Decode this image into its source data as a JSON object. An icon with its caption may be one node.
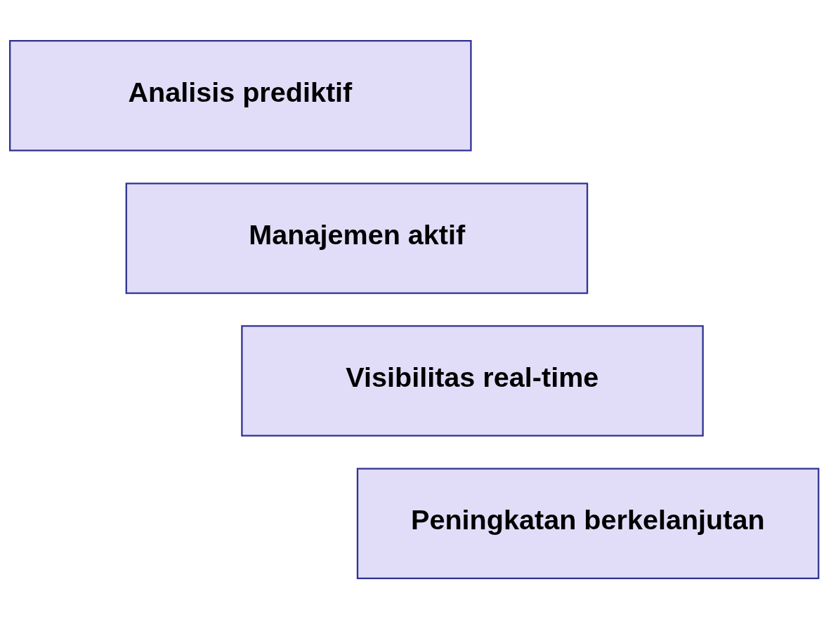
{
  "diagram": {
    "nodes": [
      {
        "text": [
          "Analisis prediktif"
        ]
      },
      {
        "text": [
          "Manajemen aktif"
        ]
      },
      {
        "text": [
          "Visibilitas real-time"
        ]
      },
      {
        "text": [
          "Peningkatan berkelanjutan"
        ]
      }
    ]
  }
}
